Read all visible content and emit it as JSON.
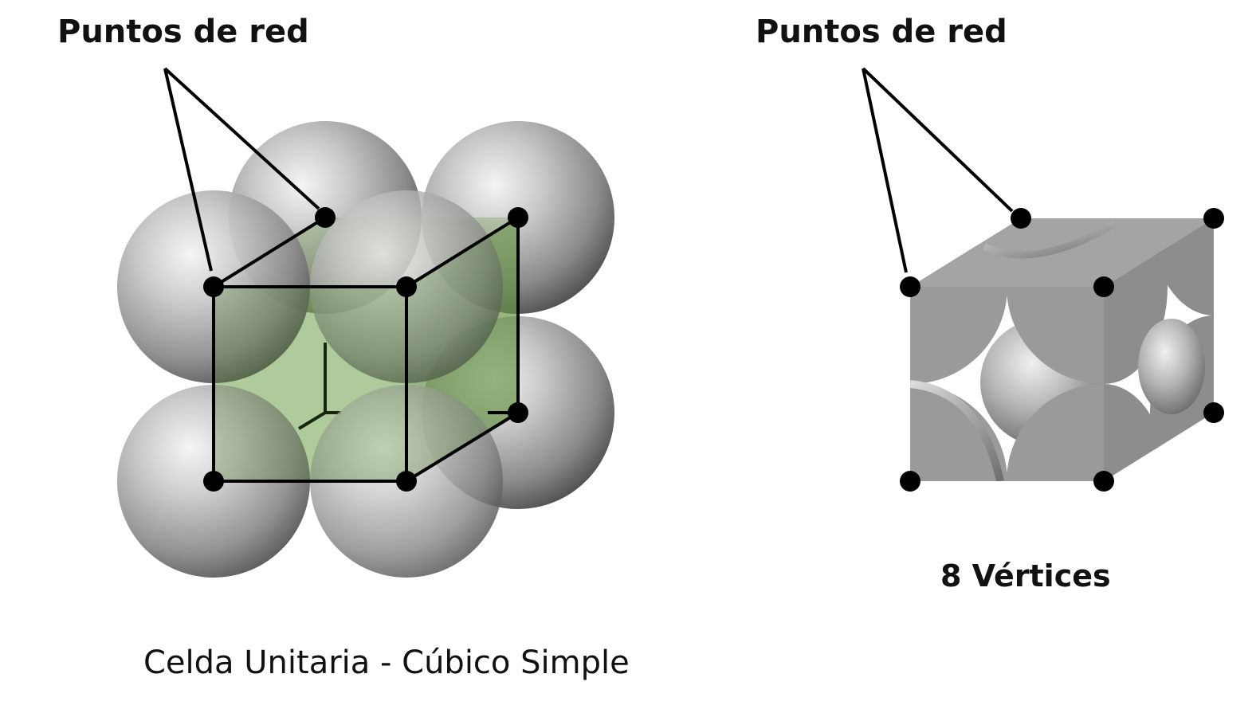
{
  "left_panel": {
    "label": "Puntos de red",
    "caption": "Celda Unitaria - Cúbico Simple"
  },
  "right_panel": {
    "label": "Puntos de red",
    "vertex_count_label": "8 Vértices"
  },
  "colors": {
    "sphere_light": "#f2f2f2",
    "sphere_mid": "#a9a9a9",
    "sphere_dark": "#4a4a4a",
    "cell_tint": "#5f8c3e",
    "cube_face": "#9b9b9b",
    "lattice_point": "#000000"
  }
}
